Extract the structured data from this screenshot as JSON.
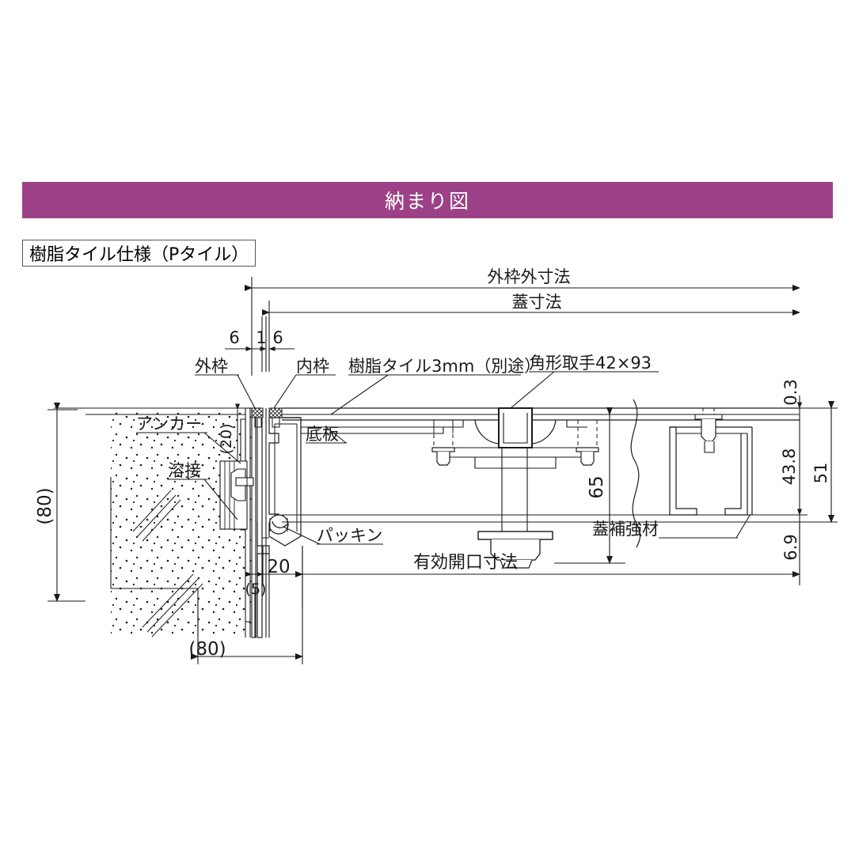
{
  "header": {
    "title": "納まり図",
    "bar_color": "#9c4187",
    "text_color": "#ffffff"
  },
  "spec_box": {
    "label": "樹脂タイル仕様（Pタイル）"
  },
  "drawing": {
    "type": "technical-section-drawing",
    "line_color": "#1a1a1a",
    "dimensions": {
      "top": [
        {
          "name": "outer-frame-outer-dimension",
          "label": "外枠外寸法"
        },
        {
          "name": "lid-dimension",
          "label": "蓋寸法"
        }
      ],
      "small_top": [
        {
          "name": "dim-6-left",
          "label": "6"
        },
        {
          "name": "dim-1",
          "label": "1"
        },
        {
          "name": "dim-6-right",
          "label": "6"
        }
      ],
      "left": [
        {
          "name": "dim-80-left",
          "label": "(80)"
        },
        {
          "name": "dim-20-inner",
          "label": "(20)"
        }
      ],
      "right": [
        {
          "name": "dim-0-3",
          "label": "0.3"
        },
        {
          "name": "dim-43-8",
          "label": "43.8"
        },
        {
          "name": "dim-51",
          "label": "51"
        },
        {
          "name": "dim-6-9",
          "label": "6.9"
        }
      ],
      "center": [
        {
          "name": "dim-65",
          "label": "65"
        }
      ],
      "bottom": [
        {
          "name": "dim-20-bottom",
          "label": "20"
        },
        {
          "name": "dim-5-bottom",
          "label": "(5)"
        },
        {
          "name": "dim-80-bottom",
          "label": "(80)"
        },
        {
          "name": "effective-opening-dimension",
          "label": "有効開口寸法"
        }
      ]
    },
    "callouts": [
      {
        "name": "callout-outer-frame",
        "label": "外枠"
      },
      {
        "name": "callout-inner-frame",
        "label": "内枠"
      },
      {
        "name": "callout-resin-tile",
        "label": "樹脂タイル3mm（別途）"
      },
      {
        "name": "callout-square-handle",
        "label": "角形取手42×93"
      },
      {
        "name": "callout-anchor",
        "label": "アンカー"
      },
      {
        "name": "callout-weld",
        "label": "溶接"
      },
      {
        "name": "callout-base-plate",
        "label": "底板"
      },
      {
        "name": "callout-packing",
        "label": "パッキン"
      },
      {
        "name": "callout-lid-reinforcement",
        "label": "蓋補強材"
      }
    ]
  }
}
